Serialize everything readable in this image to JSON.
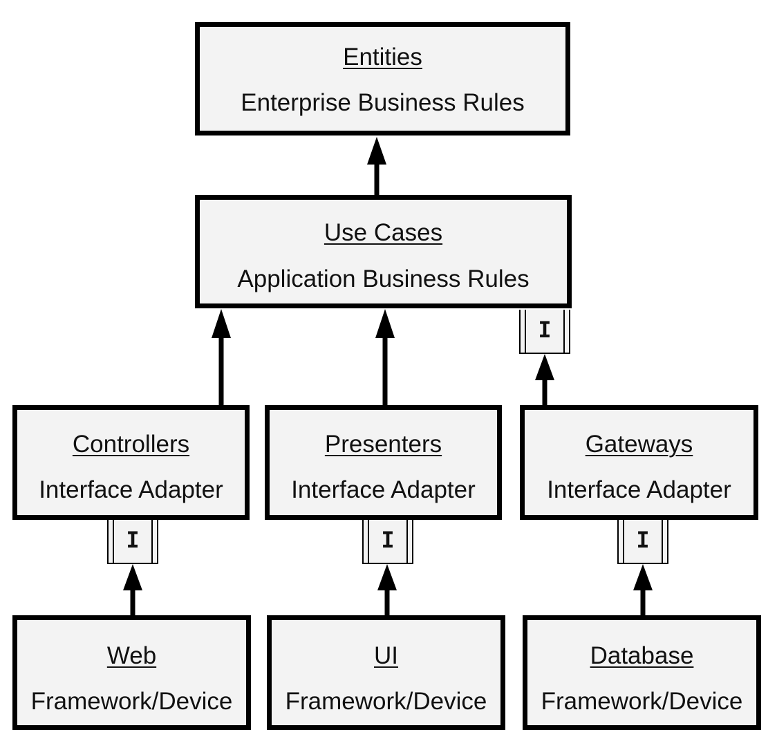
{
  "boxes": {
    "entities": {
      "name": "Entities",
      "layer": "Enterprise Business Rules"
    },
    "use_cases": {
      "name": "Use Cases",
      "layer": "Application Business Rules"
    },
    "controllers": {
      "name": "Controllers",
      "layer": "Interface Adapter"
    },
    "presenters": {
      "name": "Presenters",
      "layer": "Interface Adapter"
    },
    "gateways": {
      "name": "Gateways",
      "layer": "Interface Adapter"
    },
    "web": {
      "name": "Web",
      "layer": "Framework/Device"
    },
    "ui": {
      "name": "UI",
      "layer": "Framework/Device"
    },
    "database": {
      "name": "Database",
      "layer": "Framework/Device"
    }
  },
  "interface_marker": "I"
}
